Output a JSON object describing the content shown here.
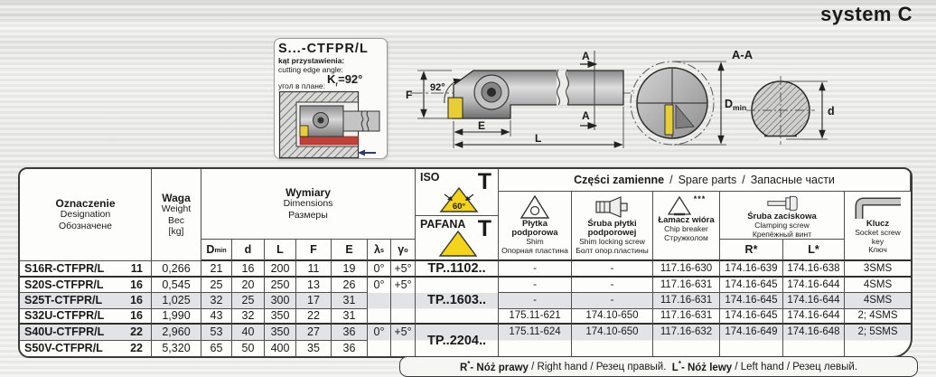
{
  "page": {
    "title": "system C"
  },
  "info_box": {
    "designation": "S...-CTFPR/L",
    "angle_label_pl": "kąt przystawienia:",
    "angle_label_en": "cutting edge angle:",
    "angle_label_ru": "угол в плане:",
    "angle_k": "K",
    "angle_k_sub": "r",
    "angle_value": "=92°"
  },
  "diagram": {
    "f": "F",
    "angle": "92°",
    "e": "E",
    "l": "L",
    "a_top": "A",
    "a_bottom": "A",
    "section": "A-A",
    "dmin_main": "D",
    "dmin_sub": "min",
    "d": "d"
  },
  "table": {
    "header": {
      "designation": {
        "pl": "Oznaczenie",
        "en": "Designation",
        "ru": "Обозначене"
      },
      "weight": {
        "pl": "Waga",
        "en": "Weight",
        "ru": "Вес",
        "unit": "[kg]"
      },
      "dimensions": {
        "pl": "Wymiary",
        "en": "Dimensions",
        "ru": "Размеры"
      },
      "dim_cols": {
        "dmin_main": "D",
        "dmin_sub": "min",
        "d": "d",
        "l": "L",
        "f": "F",
        "e": "E",
        "lambda_main": "λ",
        "lambda_sub": "s",
        "gamma_main": "γ",
        "gamma_sub": "o"
      },
      "iso": "ISO",
      "pafana": "PAFANA",
      "t": "T",
      "insert_angle": "60°",
      "spare": {
        "title_pl": "Części zamienne",
        "sep": "/",
        "title_en": "Spare parts",
        "title_ru": "Запасные части",
        "shim": {
          "pl1": "Płytka",
          "pl2": "podporowa",
          "en": "Shim",
          "ru": "Опорная пластина"
        },
        "shim_screw": {
          "pl1": "Śruba płytki",
          "pl2": "podporowej",
          "en": "Shim locking screw",
          "ru": "Болт опор.пластины"
        },
        "chip_breaker": {
          "stars": "***",
          "pl": "Łamacz wióra",
          "en": "Chip breaker",
          "ru": "Стружколом"
        },
        "clamping_screw": {
          "pl": "Śruba zaciskowa",
          "en": "Clamping screw",
          "ru": "Крепёжный винт",
          "right": "R*",
          "left": "L*"
        },
        "key": {
          "pl": "Klucz",
          "en": "Socket screw",
          "en2": "key",
          "ru": "Ключ"
        }
      }
    },
    "rows": [
      {
        "name": "S16R-CTFPR/L",
        "size": "11",
        "weight": "0,266",
        "dmin": "21",
        "d": "16",
        "l": "200",
        "f": "11",
        "e": "19",
        "lambda": "0°",
        "gamma": "+5°",
        "insert": "TP..1102..",
        "shim": "-",
        "shim_screw": "-",
        "chip_breaker": "117.16-630",
        "clamp_r": "174.16-639",
        "clamp_l": "174.16-638",
        "key": "3SMS"
      },
      {
        "name": "S20S-CTFPR/L",
        "size": "16",
        "weight": "0,545",
        "dmin": "25",
        "d": "20",
        "l": "250",
        "f": "13",
        "e": "26",
        "lambda": "0°",
        "gamma": "+5°",
        "insert": "TP..1603..",
        "shim": "-",
        "shim_screw": "-",
        "chip_breaker": "117.16-631",
        "clamp_r": "174.16-645",
        "clamp_l": "174.16-644",
        "key": "4SMS"
      },
      {
        "name": "S25T-CTFPR/L",
        "size": "16",
        "weight": "1,025",
        "dmin": "32",
        "d": "25",
        "l": "300",
        "f": "17",
        "e": "31",
        "shim": "-",
        "shim_screw": "-",
        "chip_breaker": "117.16-631",
        "clamp_r": "174.16-645",
        "clamp_l": "174.16-644",
        "key": "4SMS"
      },
      {
        "name": "S32U-CTFPR/L",
        "size": "16",
        "weight": "1,990",
        "dmin": "43",
        "d": "32",
        "l": "350",
        "f": "22",
        "e": "31",
        "shim": "175.11-621",
        "shim_screw": "174.10-650",
        "chip_breaker": "117.16-631",
        "clamp_r": "174.16-645",
        "clamp_l": "174.16-644",
        "key": "2; 4SMS"
      },
      {
        "name": "S40U-CTFPR/L",
        "size": "22",
        "weight": "2,960",
        "dmin": "53",
        "d": "40",
        "l": "350",
        "f": "27",
        "e": "36",
        "lambda": "0°",
        "gamma": "+5°",
        "insert": "TP..2204..",
        "shim": "175.11-624",
        "shim_screw": "174.10-650",
        "chip_breaker": "117.16-632",
        "clamp_r": "174.16-649",
        "clamp_l": "174.16-648",
        "key": "2; 5SMS"
      },
      {
        "name": "S50V-CTFPR/L",
        "size": "22",
        "weight": "5,320",
        "dmin": "65",
        "d": "50",
        "l": "400",
        "f": "35",
        "e": "36"
      }
    ]
  },
  "footnote": {
    "r_sym": "R",
    "r_star": "*",
    "r_bold": "- Nóż prawy",
    "r_rest": " / Right hand / Резец правый.  ",
    "l_sym": "L",
    "l_star": "*",
    "l_bold": "- Nóż lewy",
    "l_rest": " / Left hand / Резец левый."
  }
}
